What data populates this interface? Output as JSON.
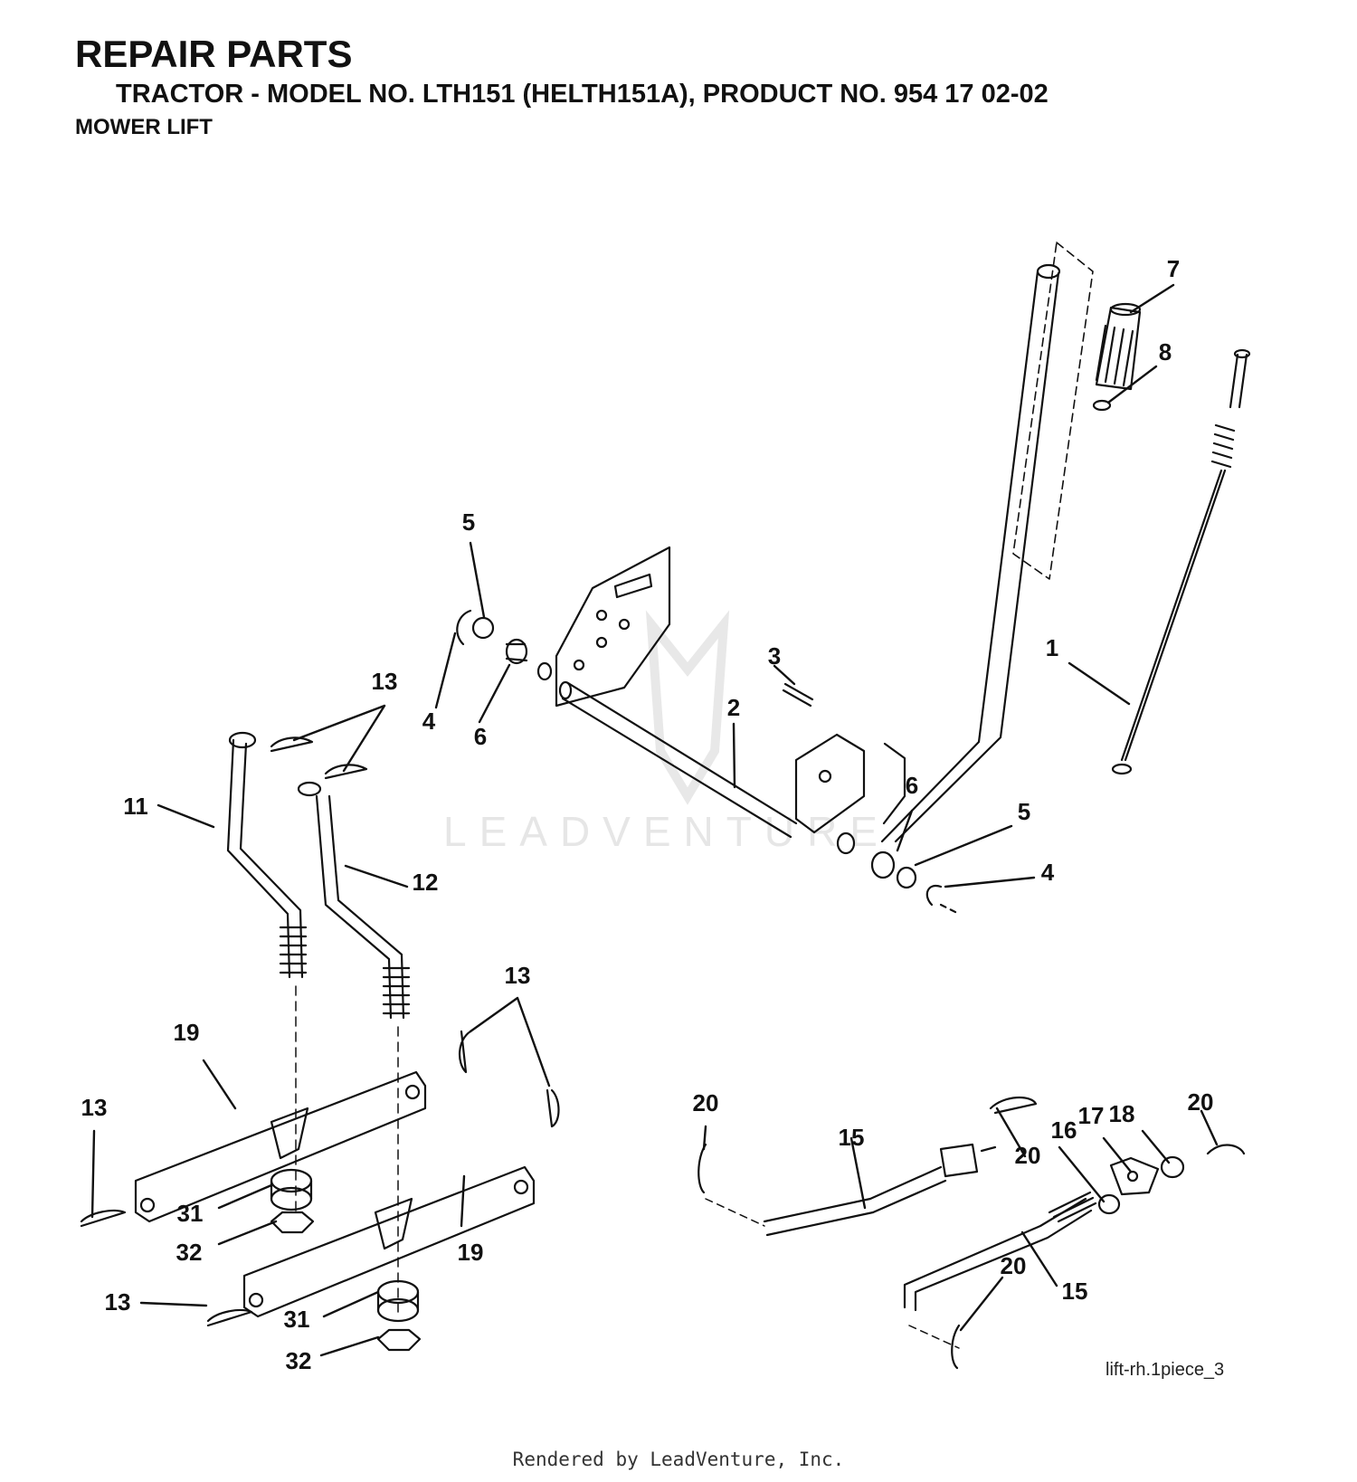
{
  "header": {
    "title": "REPAIR PARTS",
    "subtitle": "TRACTOR - MODEL NO. LTH151 (HELTH151A), PRODUCT NO. 954 17 02-02",
    "section": "MOWER LIFT"
  },
  "watermark": "LEADVENTURE",
  "drawing_ref": "lift-rh.1piece_3",
  "footer": "Rendered by LeadVenture, Inc.",
  "callouts": {
    "c1": "1",
    "c2": "2",
    "c3": "3",
    "c4a": "4",
    "c4b": "4",
    "c5a": "5",
    "c5b": "5",
    "c6a": "6",
    "c6b": "6",
    "c7": "7",
    "c8": "8",
    "c11": "11",
    "c12": "12",
    "c13a": "13",
    "c13b": "13",
    "c13c": "13",
    "c13d": "13",
    "c15a": "15",
    "c15b": "15",
    "c16": "16",
    "c17": "17",
    "c18": "18",
    "c19a": "19",
    "c19b": "19",
    "c20a": "20",
    "c20b": "20",
    "c20c": "20",
    "c20d": "20",
    "c31a": "31",
    "c31b": "31",
    "c32a": "32",
    "c32b": "32"
  },
  "colors": {
    "ink": "#111111",
    "watermark": "#e6e6e6",
    "background": "#ffffff"
  }
}
